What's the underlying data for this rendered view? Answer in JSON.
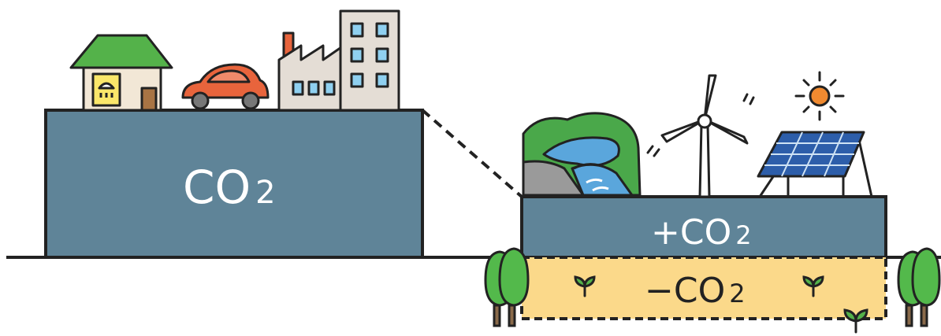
{
  "labels": {
    "emissions": "CO",
    "emissions_sub": "2",
    "emitted": "+CO",
    "emitted_sub": "2",
    "absorbed": "−CO",
    "absorbed_sub": "2"
  },
  "icons": [
    "house-icon",
    "car-icon",
    "factory-icon",
    "office-building-icon",
    "hydro-dam-icon",
    "wind-turbine-icon",
    "sun-icon",
    "solar-panel-icon",
    "tree-icon",
    "sprout-icon"
  ],
  "colors": {
    "block_fill": "#5f8498",
    "absorb_fill": "#fbd98a",
    "outline": "#222222",
    "roof_green": "#54b24a",
    "car_orange": "#e8643c",
    "tree_green": "#53b94b",
    "sun_orange": "#f08a30",
    "panel_blue": "#2d5eaa",
    "water_blue": "#5aa6dc"
  }
}
